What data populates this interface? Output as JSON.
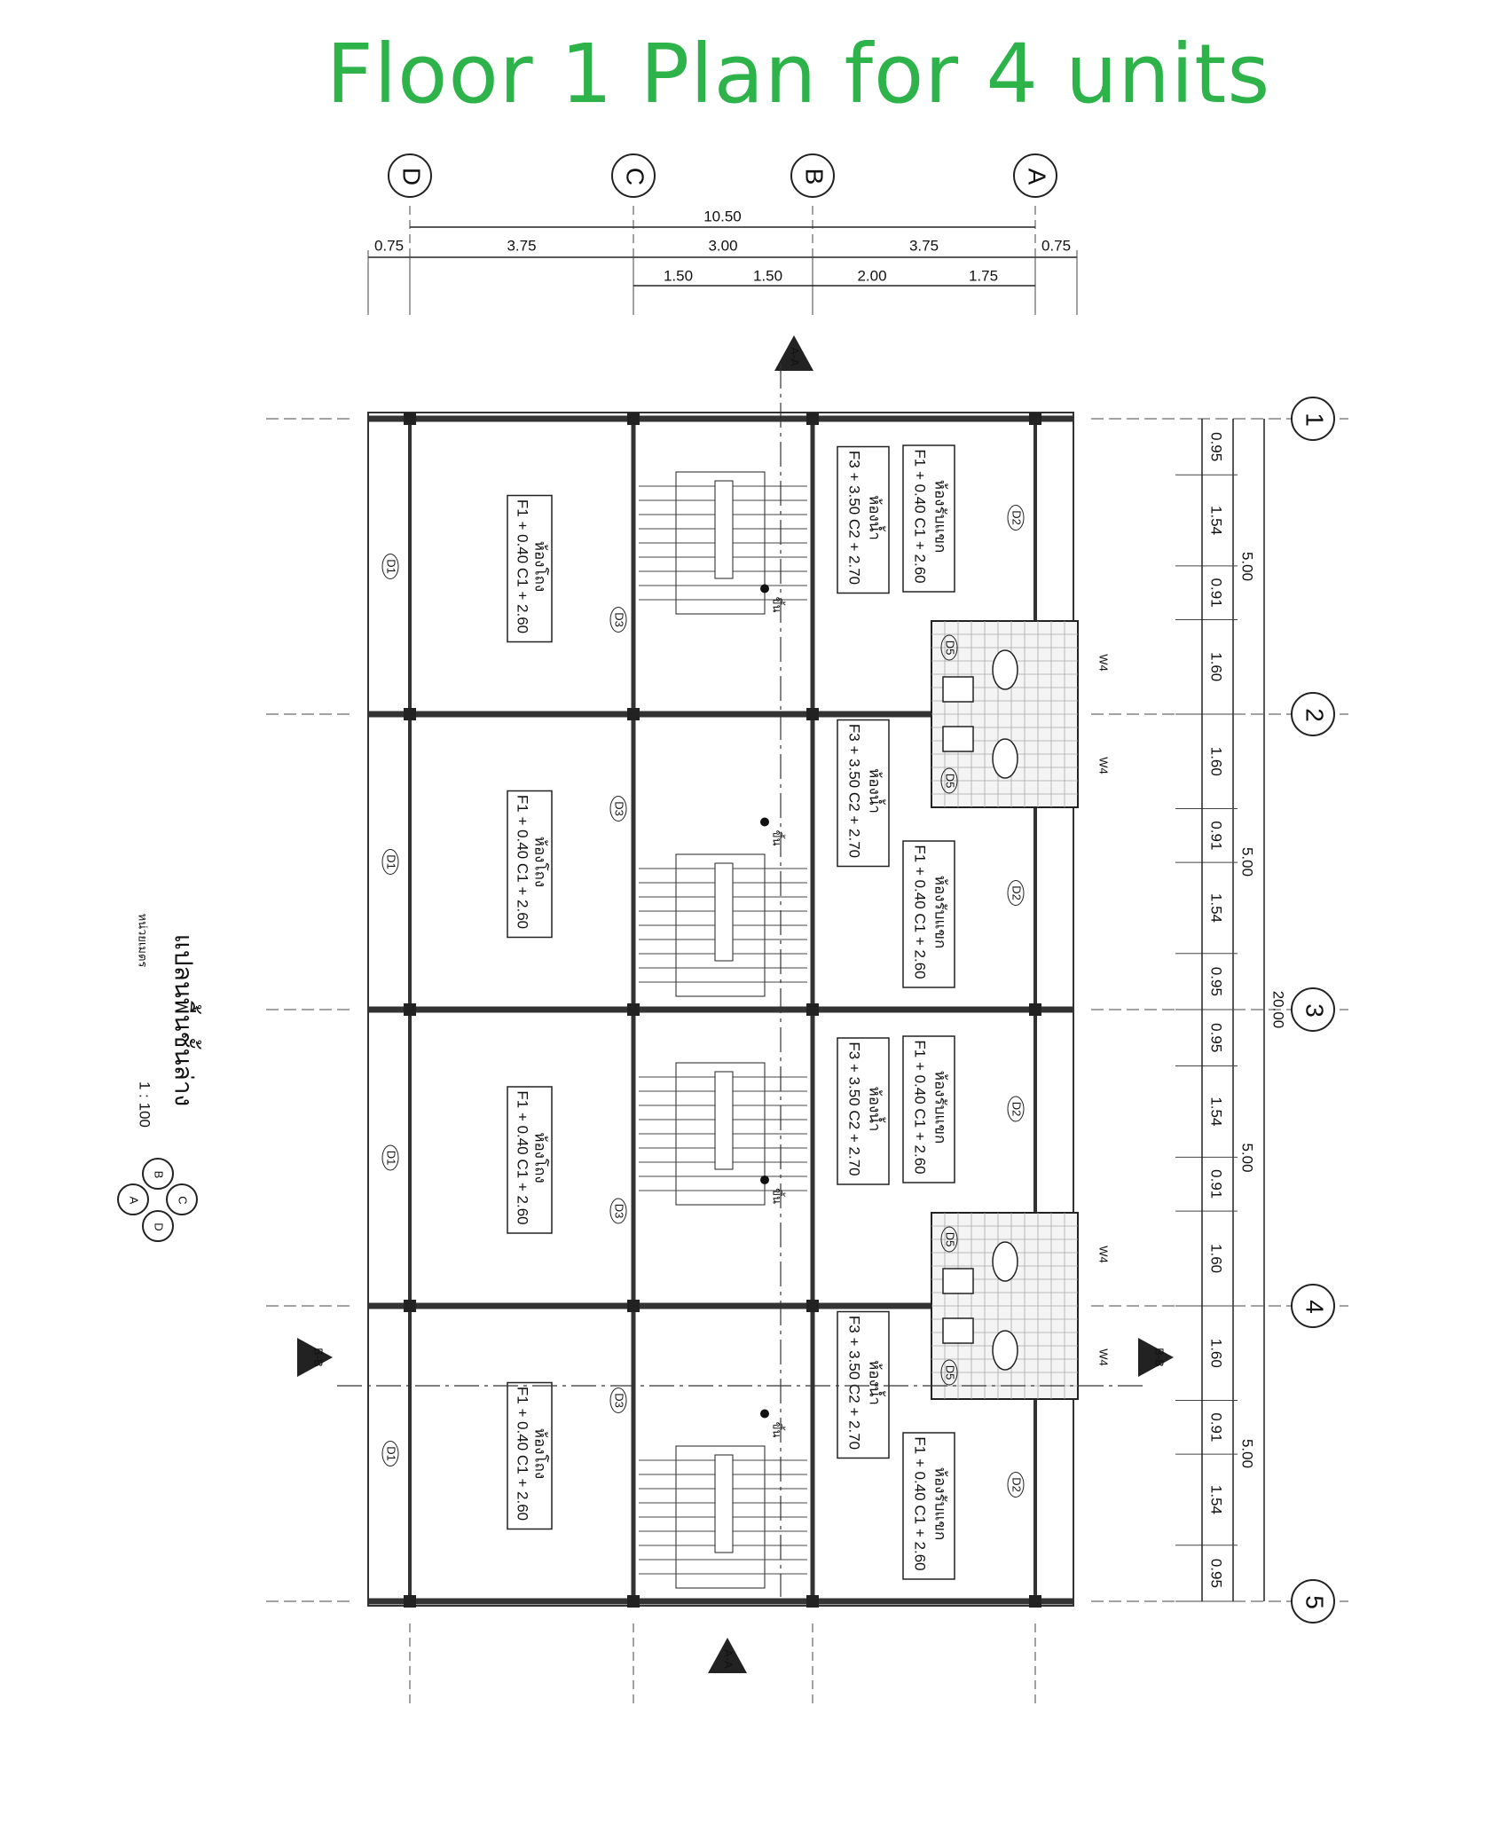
{
  "title": "Floor 1 Plan for 4 units",
  "grid": {
    "columns": [
      "D",
      "C",
      "B",
      "A"
    ],
    "rows": [
      "1",
      "2",
      "3",
      "4",
      "5"
    ]
  },
  "dimensions": {
    "overall_width": "10.50",
    "top_row": [
      "0.75",
      "3.75",
      "3.00",
      "3.75",
      "0.75"
    ],
    "sub_row": [
      "1.50",
      "1.50",
      "2.00",
      "1.75"
    ],
    "overall_length": "20.00",
    "unit_length": "5.00",
    "right_segments_a": [
      "0.95",
      "1.54",
      "0.91",
      "1.60"
    ],
    "right_segments_b": [
      "1.60",
      "0.91",
      "1.54",
      "0.95"
    ]
  },
  "rooms": {
    "living": {
      "name": "ห้องโถง",
      "level": "F1 + 0.40 C1 + 2.60"
    },
    "guest": {
      "name": "ห้องรับแขก",
      "level": "F1 + 0.40 C1 + 2.60"
    },
    "bath": {
      "name": "ห้องน้ำ",
      "level": "F3 + 3.50 C2 + 2.70"
    },
    "stair_up": "ขึ้น"
  },
  "tags": {
    "d1": "D1",
    "d2": "D2",
    "d3": "D3",
    "d5": "D5",
    "w": "W4"
  },
  "sections": {
    "aa": "A-A",
    "bb": "B-B"
  },
  "plan_caption": {
    "name": "แปลนพื้นชั้นล่าง",
    "unit": "หน่วยเมตร",
    "scale": "1 : 100"
  },
  "compass": [
    "B",
    "C",
    "A",
    "D"
  ]
}
